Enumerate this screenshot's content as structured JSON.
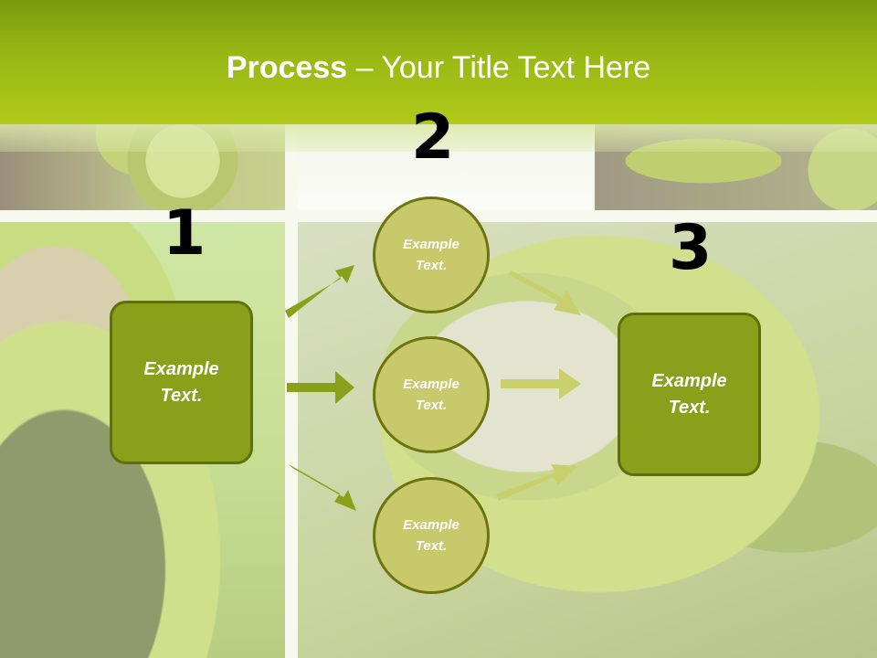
{
  "title": {
    "bold": "Process",
    "rest": " – Your Title Text Here"
  },
  "steps": {
    "one": "1",
    "two": "2",
    "three": "3"
  },
  "nodes": {
    "left_box": "Example\nText.",
    "circle_top": "Example\nText.",
    "circle_middle": "Example\nText.",
    "circle_bottom": "Example\nText.",
    "right_box": "Example\nText."
  },
  "colors": {
    "header": "#98b814",
    "box": "#8ba01a",
    "circle": "#c8c96a",
    "arrow_dark": "#8ba01a",
    "arrow_light": "#c9cf6a"
  }
}
